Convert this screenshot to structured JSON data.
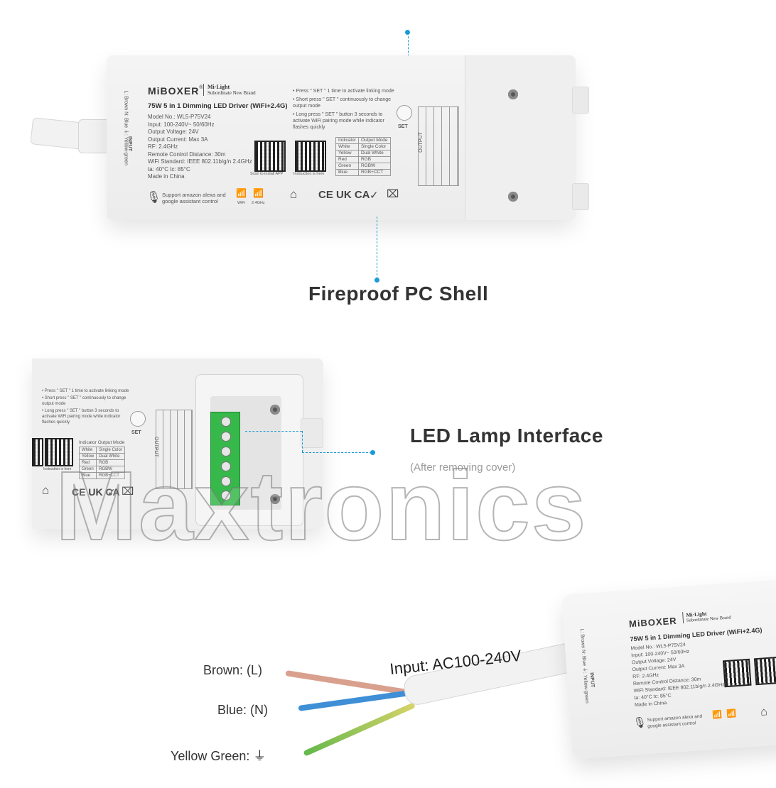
{
  "section1": {
    "brand": "MiBOXER",
    "brand_reg": "®",
    "sub_brand_line1": "Mi·Light",
    "sub_brand_line2": "Subordinate New Brand",
    "product_title": "75W 5 in 1 Dimming LED Driver (WiFi+2.4G)",
    "specs": [
      "Model No.: WL5-P75V24",
      "Input: 100-240V~ 50/60Hz",
      "Output Voltage: 24V",
      "Output Current: Max 3A",
      "RF: 2.4GHz",
      "Remote Control Distance: 30m",
      "WiFi Standard: IEEE 802.11b/g/n 2.4GHz",
      "ta: 40°C   tc: 85°C",
      "Made in China"
    ],
    "instructions": [
      "• Press \" SET \" 1 time to activate linking mode",
      "• Short press \" SET \" continuously to change output mode",
      "• Long press \" SET \" button 3 seconds to activate WiFi pairing mode while indicator flashes quickly"
    ],
    "qr_caption_1": "Scan to install APP",
    "qr_caption_2": "Instruction is here",
    "indicator_table": {
      "header_1": "Indicator",
      "header_2": "Output Mode",
      "rows": [
        [
          "White",
          "Single Color"
        ],
        [
          "Yellow",
          "Dual White"
        ],
        [
          "Red",
          "RGB"
        ],
        [
          "Green",
          "RGBW"
        ],
        [
          "Blue",
          "RGB+CCT"
        ]
      ]
    },
    "set_label": "SET",
    "output_label": "OUTPUT",
    "input_label": "INPUT",
    "wire_legend": "L: Brown  N: Blue  ⏚: Yellow-green",
    "voice_text": "Support amazon alexa and google assistant control",
    "wifi_label": "WiFi",
    "rf_label": "2.4GHz",
    "cert_marks": "CE UK CA",
    "callout": "Fireproof PC Shell"
  },
  "section2": {
    "callout": "LED Lamp Interface",
    "subcallout": "(After removing cover)",
    "set_label": "SET",
    "output_label": "OUTPUT",
    "cert_marks": "CE UK CA",
    "instructions": [
      "• Press \" SET \" 1 time to activate linking mode",
      "• Short press \" SET \" continuously to change output mode",
      "• Long press \" SET \" button 3 seconds to activate WiFi pairing mode while indicator flashes quickly"
    ],
    "indicator_table": {
      "header": "Indicator Output Mode",
      "rows": [
        [
          "White",
          "Single Color"
        ],
        [
          "Yellow",
          "Dual White"
        ],
        [
          "Red",
          "RGB"
        ],
        [
          "Green",
          "RGBW"
        ],
        [
          "Blue",
          "RGB+CCT"
        ]
      ]
    },
    "qr_caption": "Instruction is here"
  },
  "watermark": "Maxtronics",
  "section3": {
    "input_label": "Input: AC100-240V",
    "wires": [
      {
        "label": "Brown: (L)",
        "color": "#d9a08e"
      },
      {
        "label": "Blue: (N)",
        "color": "#3f8fd6"
      },
      {
        "label": "Yellow Green: ⏚",
        "color": "#63b84a"
      }
    ],
    "brand": "MiBOXER",
    "sub_brand_line1": "Mi·Light",
    "sub_brand_line2": "Subordinate New Brand",
    "product_title": "75W 5 in 1 Dimming LED Driver (WiFi+2.4G)",
    "specs": [
      "Model No.: WL5-P75V24",
      "Input: 100-240V~ 50/60Hz",
      "Output Voltage: 24V",
      "Output Current: Max 3A",
      "RF: 2.4GHz",
      "Remote Control Distance: 30m",
      "WiFi Standard: IEEE 802.11b/g/n 2.4GHz",
      "ta: 40°C   tc: 85°C",
      "Made in China"
    ],
    "voice_text": "Support amazon alexa and google assistant control",
    "wire_legend": "L: Brown  N: Blue  ⏚: Yellow-green",
    "input_tag": "INPUT"
  },
  "colors": {
    "accent": "#1a9bd7",
    "terminal_green": "#36b84a"
  }
}
